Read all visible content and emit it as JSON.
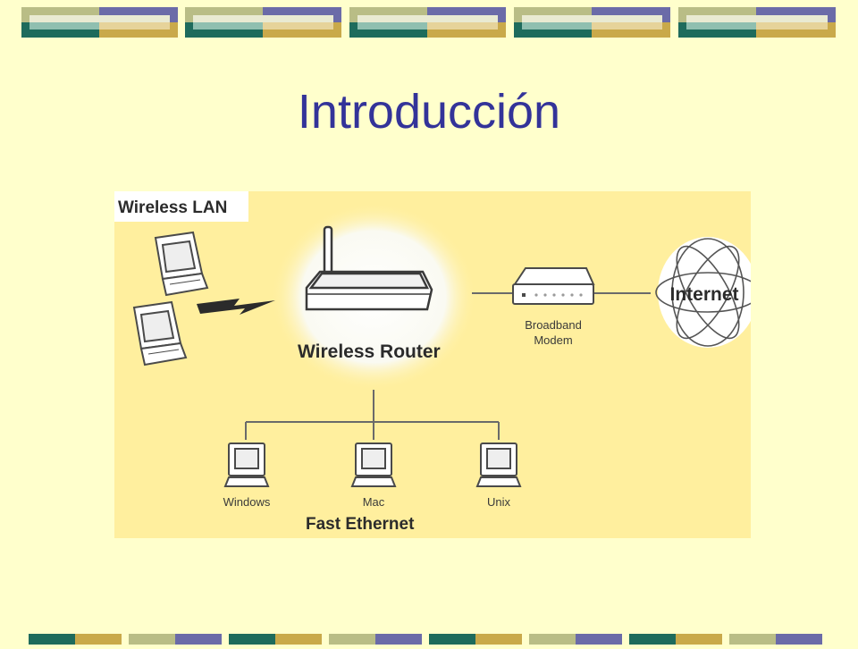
{
  "slide": {
    "title": "Introducción"
  },
  "diagram": {
    "wireless_lan_label": "Wireless LAN",
    "router_label": "Wireless Router",
    "modem_label_line1": "Broadband",
    "modem_label_line2": "Modem",
    "internet_label": "Internet",
    "ethernet_label": "Fast Ethernet",
    "clients": [
      "Windows",
      "Mac",
      "Unix"
    ]
  },
  "colors": {
    "background": "#ffffcc",
    "title": "#333399",
    "panel": "#ffef9e",
    "band_olive": "#b9bd86",
    "band_purple": "#6b6ba8",
    "band_teal": "#1e6b5c",
    "band_gold": "#c9a94a",
    "band_light_teal": "#8fbfb0",
    "band_light_gold": "#e6d39a"
  }
}
